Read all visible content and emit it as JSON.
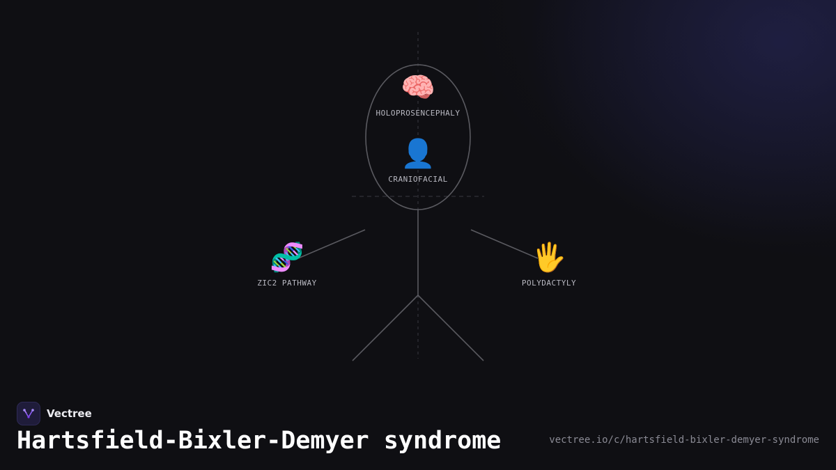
{
  "diagram": {
    "nodes": [
      {
        "id": "holoprosencephaly",
        "icon": "brain-icon",
        "emoji": "🧠",
        "label": "HOLOPROSENCEPHALY"
      },
      {
        "id": "craniofacial",
        "icon": "person-silhouette-icon",
        "emoji": "👤",
        "label": "CRANIOFACIAL"
      },
      {
        "id": "zic2",
        "icon": "dna-icon",
        "emoji": "🧬",
        "label": "ZIC2 PATHWAY"
      },
      {
        "id": "polydactyly",
        "icon": "raised-hand-icon",
        "emoji": "🖐",
        "label": "POLYDACTYLY"
      }
    ],
    "line_color": "#5a5a60"
  },
  "brand": {
    "name": "Vectree",
    "logo_icon": "vectree-logo-icon",
    "accent": "#8b5cf6"
  },
  "footer": {
    "title": "Hartsfield-Bixler-Demyer syndrome",
    "url": "vectree.io/c/hartsfield-bixler-demyer-syndrome"
  }
}
